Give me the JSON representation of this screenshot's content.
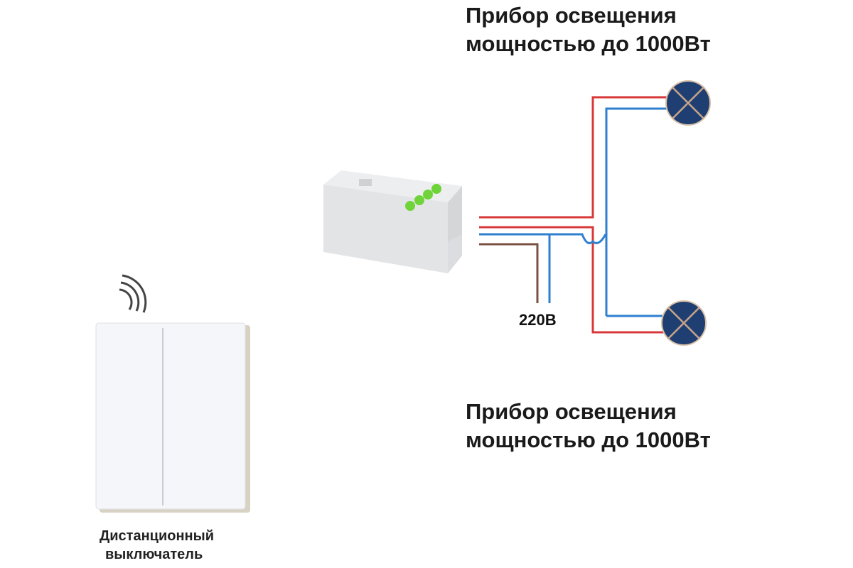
{
  "top_label": {
    "line1": "Прибор освещения",
    "line2": "мощностью до 1000Вт"
  },
  "bottom_label": {
    "line1": "Прибор освещения",
    "line2": "мощностью до 1000Вт"
  },
  "voltage_label": "220В",
  "switch_caption": {
    "line1": "Дистанционный",
    "line2": "выключатель"
  },
  "colors": {
    "phase": "#d9383a",
    "neutral": "#2f7fd0",
    "supply": "#7a5040",
    "lamp": "#1f3f72",
    "lamp_cross": "#c8a58a",
    "relay_terminals": "#6fd33a"
  }
}
